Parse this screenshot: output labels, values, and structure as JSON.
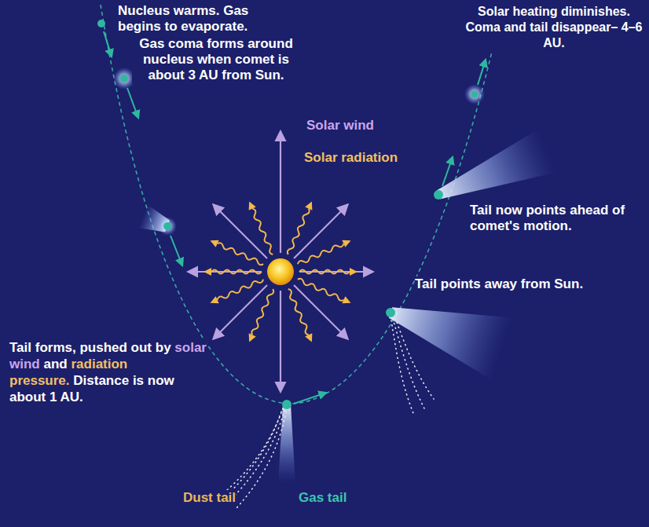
{
  "diagram": {
    "labels": [
      "Nucleus warms. Gas begins to evaporate.",
      "Gas coma forms around nucleus when comet is about 3 AU from Sun.",
      "Solar heating diminishes. Coma and tail disappear– 4–6 AU.",
      "Solar wind",
      "Solar radiation",
      "Tail now points ahead of comet's motion.",
      "Tail points away from Sun.",
      "Tail forms, pushed out by",
      "solar wind",
      "and",
      "radiation pressure.",
      "Distance is now about 1 AU.",
      "Dust tail",
      "Gas tail"
    ]
  }
}
